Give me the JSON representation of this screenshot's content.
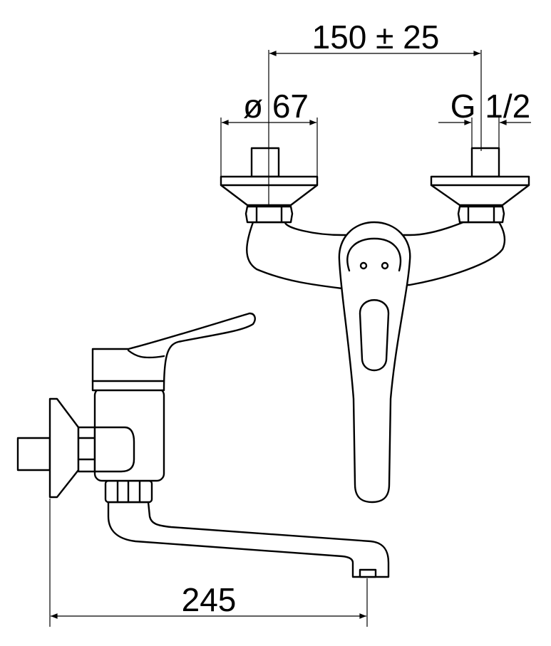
{
  "drawing": {
    "dimensions": {
      "center_distance": "150 ± 25",
      "flange_diameter": "ø 67",
      "thread": "G 1/2",
      "projection": "245"
    },
    "colors": {
      "line": "#000000",
      "background": "#ffffff"
    }
  }
}
